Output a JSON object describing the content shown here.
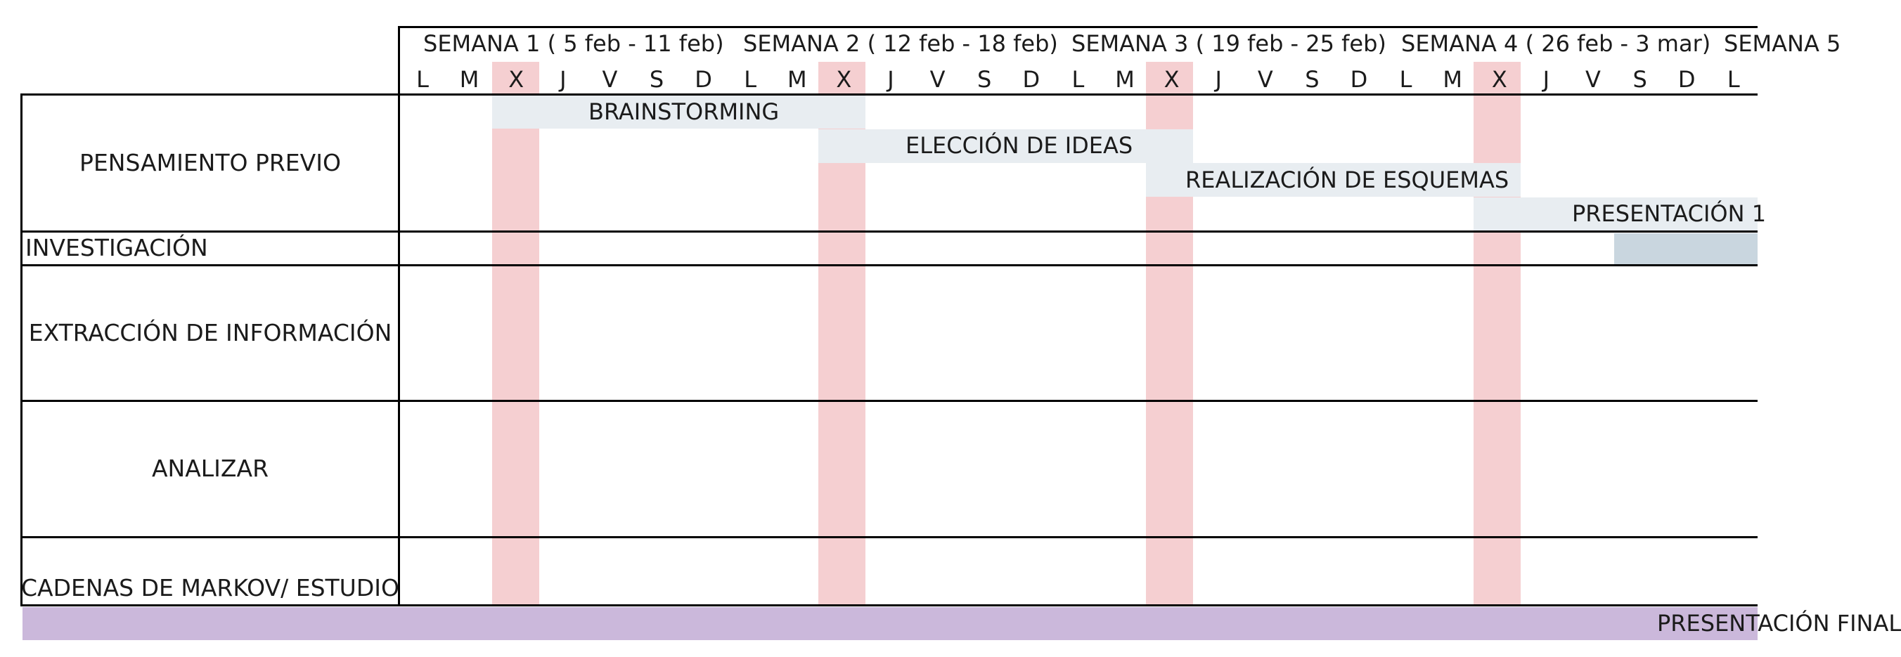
{
  "weeks": [
    {
      "label": "SEMANA 1 ( 5 feb - 11 feb)"
    },
    {
      "label": "SEMANA 2 ( 12 feb - 18 feb)"
    },
    {
      "label": "SEMANA 3 ( 19 feb - 25 feb)"
    },
    {
      "label": "SEMANA 4 ( 26 feb - 3 mar)"
    },
    {
      "label": "SEMANA 5"
    }
  ],
  "day_letters": [
    "L",
    "M",
    "X",
    "J",
    "V",
    "S",
    "D",
    "L",
    "M",
    "X",
    "J",
    "V",
    "S",
    "D",
    "L",
    "M",
    "X",
    "J",
    "V",
    "S",
    "D",
    "L",
    "M",
    "X",
    "J",
    "V",
    "S",
    "D",
    "L"
  ],
  "highlight_day": "X",
  "categories": [
    {
      "label": "PENSAMIENTO PREVIO"
    },
    {
      "label": "INVESTIGACIÓN"
    },
    {
      "label": "EXTRACCIÓN DE INFORMACIÓN"
    },
    {
      "label": "ANALIZAR"
    },
    {
      "label": "CADENAS DE MARKOV/ ESTUDIO"
    }
  ],
  "tasks": [
    {
      "label": "BRAINSTORMING"
    },
    {
      "label": "ELECCIÓN DE IDEAS"
    },
    {
      "label": "REALIZACIÓN DE ESQUEMAS"
    },
    {
      "label": "PRESENTACIÓN 1"
    }
  ],
  "footer": {
    "label": "PRESENTACIÓN FINAL"
  },
  "colors": {
    "highlight": "#f5cfd1",
    "task_bar": "#e8edf1",
    "investigation_bar": "#c9d6df",
    "footer_bar": "#cbb8db"
  }
}
